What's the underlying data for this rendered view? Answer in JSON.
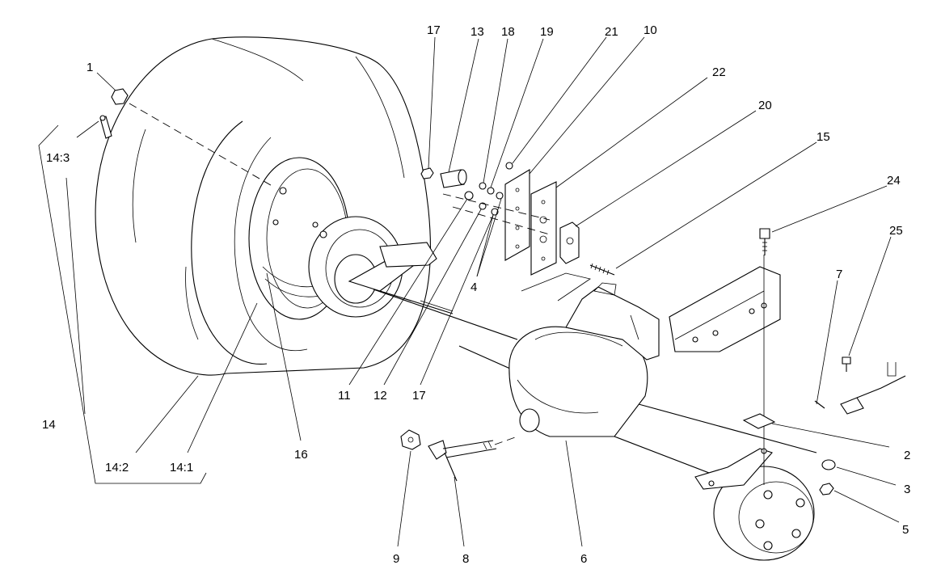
{
  "diagram": {
    "callouts": {
      "c1": "1",
      "c14_3": "14:3",
      "c14": "14",
      "c14_2": "14:2",
      "c14_1": "14:1",
      "c16": "16",
      "c17_top": "17",
      "c13": "13",
      "c18": "18",
      "c19": "19",
      "c21": "21",
      "c10": "10",
      "c22": "22",
      "c20": "20",
      "c15": "15",
      "c24": "24",
      "c25": "25",
      "c7": "7",
      "c4": "4",
      "c11": "11",
      "c12": "12",
      "c17_bottom": "17",
      "c2": "2",
      "c3": "3",
      "c5": "5",
      "c9": "9",
      "c8": "8",
      "c6": "6"
    }
  }
}
